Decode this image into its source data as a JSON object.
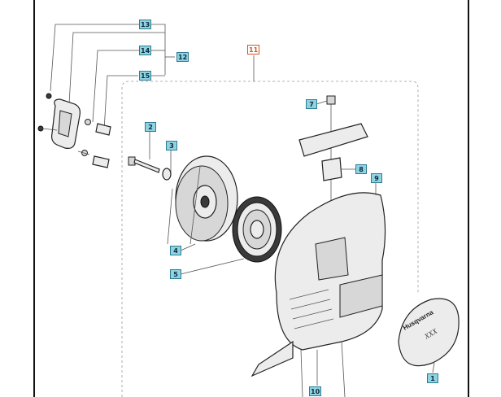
{
  "callouts": {
    "c13": "13",
    "c14": "14",
    "c12": "12",
    "c15": "15",
    "c11": "11",
    "c7": "7",
    "c2": "2",
    "c3": "3",
    "c8": "8",
    "c9": "9",
    "c4": "4",
    "c5": "5",
    "c1": "1",
    "c10": "10"
  },
  "decal": {
    "brand": "Husqvarna",
    "model": "XXX"
  },
  "colors": {
    "callout_fill": "#8fd3e3",
    "callout_border": "#2c7c93",
    "assembly_callout": "#d9531e"
  }
}
